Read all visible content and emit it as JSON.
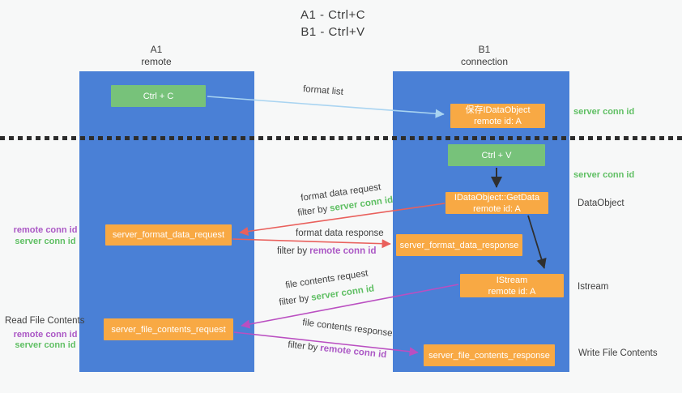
{
  "title": {
    "line1": "A1 - Ctrl+C",
    "line2": "B1 - Ctrl+V"
  },
  "lanes": {
    "a1": {
      "name": "A1",
      "subtitle": "remote"
    },
    "b1": {
      "name": "B1",
      "subtitle": "connection"
    }
  },
  "nodes": {
    "ctrl_c": {
      "label": "Ctrl + C"
    },
    "save_dataobject": {
      "line1": "保存IDataObject",
      "line2": "remote id: A"
    },
    "ctrl_v": {
      "label": "Ctrl + V"
    },
    "getdata": {
      "line1": "IDataObject::GetData",
      "line2": "remote id: A"
    },
    "format_request": {
      "label": "server_format_data_request"
    },
    "format_response": {
      "label": "server_format_data_response"
    },
    "istream": {
      "line1": "IStream",
      "line2": "remote id: A"
    },
    "file_request": {
      "label": "server_file_contents_request"
    },
    "file_response": {
      "label": "server_file_contents_response"
    }
  },
  "edges": {
    "format_list": {
      "label": "format list"
    },
    "format_data_request": {
      "label": "format data request",
      "filter_prefix": "filter by",
      "filter_key": "server conn id"
    },
    "format_data_response": {
      "label": "format data response",
      "filter_prefix": "filter by",
      "filter_key": "remote conn id"
    },
    "file_contents_request": {
      "label": "file contents request",
      "filter_prefix": "filter by",
      "filter_key": "server conn id"
    },
    "file_contents_response": {
      "label": "file contents response",
      "filter_prefix": "filter by",
      "filter_key": "remote conn id"
    }
  },
  "annotations": {
    "right": {
      "server_conn_id_top": "server conn id",
      "server_conn_id_mid": "server conn id",
      "dataobject": "DataObject",
      "istream": "Istream",
      "write_file_contents": "Write File Contents"
    },
    "left": {
      "format_remote_conn_id": "remote conn id",
      "format_server_conn_id": "server conn id",
      "read_file_contents": "Read File Contents",
      "file_remote_conn_id": "remote conn id",
      "file_server_conn_id": "server conn id"
    }
  },
  "colors": {
    "lane_blue": "#4a80d6",
    "box_green": "#77c27a",
    "box_orange": "#f8a944",
    "arrow_light_blue": "#a9d4f1",
    "arrow_red": "#e9605c",
    "arrow_magenta": "#ba4fc1",
    "arrow_black": "#2f2f2f",
    "text_green": "#5fbf63",
    "text_purple": "#ab58c5",
    "text_dark": "#3f3f3f",
    "background": "#f7f8f8"
  }
}
